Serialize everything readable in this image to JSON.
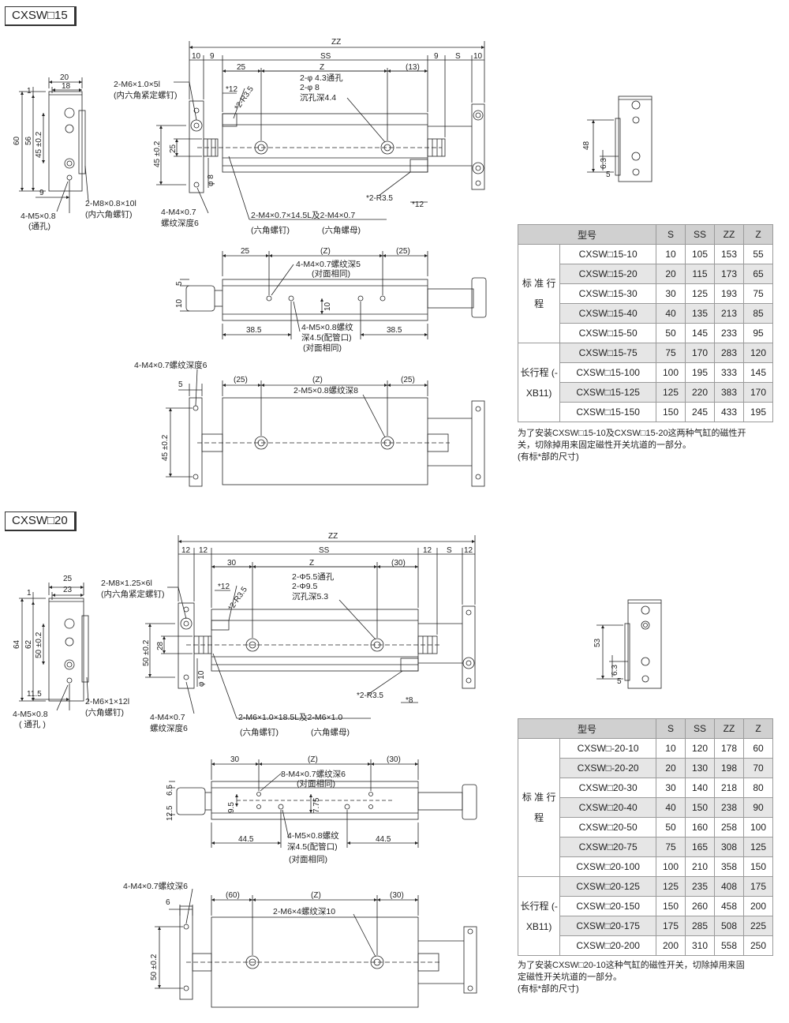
{
  "sections": [
    {
      "title": "CXSW□15",
      "dims": {
        "zz": "ZZ",
        "ten_a": "10",
        "nine_a": "9",
        "ss": "SS",
        "nine_b": "9",
        "s": "S",
        "ten_b": "10",
        "twentyfive": "25",
        "z": "Z",
        "thirteen": "(13)",
        "w20": "20",
        "w18": "18",
        "one": "1",
        "h60": "60",
        "h56": "56",
        "h45": "45 ±0.2",
        "nine": "9",
        "h45b": "45 ±0.2",
        "h25": "25",
        "phi8": "φ 8",
        "r35a": "*2-R3.5",
        "r35b": "*2-R3.5",
        "star12a": "*12",
        "star12b": "*12",
        "v25": "25",
        "vz": "(Z)",
        "v25r": "(25)",
        "v5": "5",
        "v10": "10",
        "v385a": "38.5",
        "v385b": "38.5",
        "b25": "(25)",
        "bz": "(Z)",
        "b25r": "(25)",
        "b5": "5",
        "b45": "45 ±0.2"
      },
      "callouts": {
        "m6": "2-M6×1.0×5l",
        "m6_sub": "(内六角紧定螺钉)",
        "hole1": "2-φ 4.3通孔",
        "hole2": "2-φ 8",
        "hole3": "沉孔深4.4",
        "m8": "2-M8×0.8×10l",
        "m8_sub": "(内六角螺钉)",
        "m5": "4-M5×0.8",
        "m5_sub": "(通孔)",
        "m4": "4-M4×0.7",
        "m4_sub": "螺纹深度6",
        "m4b": "2-M4×0.7×14.5L及2-M4×0.7",
        "m4b_sub1": "(六角螺钉)",
        "m4b_sub2": "(六角螺母)",
        "top_m4": "4-M4×0.7螺纹深5",
        "top_m4_sub": "(对面相同)",
        "top_m5": "4-M5×0.8螺纹",
        "top_m5_sub": "深4.5(配管口)",
        "top_m5_sub2": "(对面相同)",
        "bot_m4": "4-M4×0.7螺纹深度6",
        "bot_m5": "2-M5×0.8螺纹深8"
      },
      "side": {
        "h48": "48",
        "h63": "6.3",
        "h5": "5"
      },
      "table": {
        "headers": [
          "型号",
          "S",
          "SS",
          "ZZ",
          "Z"
        ],
        "groups": [
          {
            "label": "标 准 行 程",
            "rows": [
              [
                "CXSW□15-10",
                "10",
                "105",
                "153",
                "55"
              ],
              [
                "CXSW□15-20",
                "20",
                "115",
                "173",
                "65"
              ],
              [
                "CXSW□15-30",
                "30",
                "125",
                "193",
                "75"
              ],
              [
                "CXSW□15-40",
                "40",
                "135",
                "213",
                "85"
              ],
              [
                "CXSW□15-50",
                "50",
                "145",
                "233",
                "95"
              ]
            ]
          },
          {
            "label": "长行程 (-XB11)",
            "rows": [
              [
                "CXSW□15-75",
                "75",
                "170",
                "283",
                "120"
              ],
              [
                "CXSW□15-100",
                "100",
                "195",
                "333",
                "145"
              ],
              [
                "CXSW□15-125",
                "125",
                "220",
                "383",
                "170"
              ],
              [
                "CXSW□15-150",
                "150",
                "245",
                "433",
                "195"
              ]
            ]
          }
        ]
      },
      "note_lines": [
        "为了安装CXSW□15-10及CXSW□15-20这两种气缸的磁性开",
        "关，切除掉用来固定磁性开关坑道的一部分。",
        "(有标*部的尺寸)"
      ]
    },
    {
      "title": "CXSW□20",
      "dims": {
        "zz": "ZZ",
        "twelve_a": "12",
        "twelve_b": "12",
        "ss": "SS",
        "twelve_c": "12",
        "s": "S",
        "twelve_d": "12",
        "thirty": "30",
        "z": "Z",
        "thirty_r": "(30)",
        "w25": "25",
        "w23": "23",
        "one": "1",
        "h64": "64",
        "h62": "62",
        "h50": "50 ±0.2",
        "w115": "11.5",
        "h50b": "50 ±0.2",
        "h28": "28",
        "phi10": "φ 10",
        "r35a": "*2-R3.5",
        "r35b": "*2-R3.5",
        "star12": "*12",
        "star8": "*8",
        "v30": "30",
        "vz": "(Z)",
        "v30r": "(30)",
        "v65": "6.5",
        "v125": "12.5",
        "v95": "9.5",
        "v775": "7.75",
        "v445a": "44.5",
        "v445b": "44.5",
        "b60": "(60)",
        "bz": "(Z)",
        "b30": "(30)",
        "b6": "6",
        "b50": "50 ±0.2"
      },
      "callouts": {
        "m8": "2-M8×1.25×6l",
        "m8_sub": "(内六角紧定螺钉)",
        "hole1": "2-Φ5.5通孔",
        "hole2": "2-Φ9.5",
        "hole3": "沉孔深5.3",
        "m6": "2-M6×1×12l",
        "m6_sub": "(六角螺钉)",
        "m5": "4-M5×0.8",
        "m5_sub": "( 通孔 )",
        "m4": "4-M4×0.7",
        "m4_sub": "螺纹深度6",
        "m6b": "2-M6×1.0×18.5L及2-M6×1.0",
        "m6b_sub1": "(六角螺钉)",
        "m6b_sub2": "(六角螺母)",
        "top_m4": "8-M4×0.7螺纹深6",
        "top_m4_sub": "(对面相同)",
        "top_m5": "4-M5×0.8螺纹",
        "top_m5_sub": "深4.5(配管口)",
        "top_m5_sub2": "(对面相同)",
        "bot_m4": "4-M4×0.7螺纹深6",
        "bot_m6": "2-M6×4螺纹深10"
      },
      "side": {
        "h53": "53",
        "h63": "6.3",
        "h5": "5"
      },
      "table": {
        "headers": [
          "型号",
          "S",
          "SS",
          "ZZ",
          "Z"
        ],
        "groups": [
          {
            "label": "标 准 行 程",
            "rows": [
              [
                "CXSW□-20-10",
                "10",
                "120",
                "178",
                "60"
              ],
              [
                "CXSW□-20-20",
                "20",
                "130",
                "198",
                "70"
              ],
              [
                "CXSW□20-30",
                "30",
                "140",
                "218",
                "80"
              ],
              [
                "CXSW□20-40",
                "40",
                "150",
                "238",
                "90"
              ],
              [
                "CXSW□20-50",
                "50",
                "160",
                "258",
                "100"
              ],
              [
                "CXSW□20-75",
                "75",
                "165",
                "308",
                "125"
              ],
              [
                "CXSW□20-100",
                "100",
                "210",
                "358",
                "150"
              ]
            ]
          },
          {
            "label": "长行程 (-XB11)",
            "rows": [
              [
                "CXSW□20-125",
                "125",
                "235",
                "408",
                "175"
              ],
              [
                "CXSW□20-150",
                "150",
                "260",
                "458",
                "200"
              ],
              [
                "CXSW□20-175",
                "175",
                "285",
                "508",
                "225"
              ],
              [
                "CXSW□20-200",
                "200",
                "310",
                "558",
                "250"
              ]
            ]
          }
        ]
      },
      "note_lines": [
        "为了安装CXSW□20-10这种气缸的磁性开关，切除掉用来固",
        "定磁性开关坑道的一部分。",
        "(有标*部的尺寸)"
      ]
    }
  ]
}
